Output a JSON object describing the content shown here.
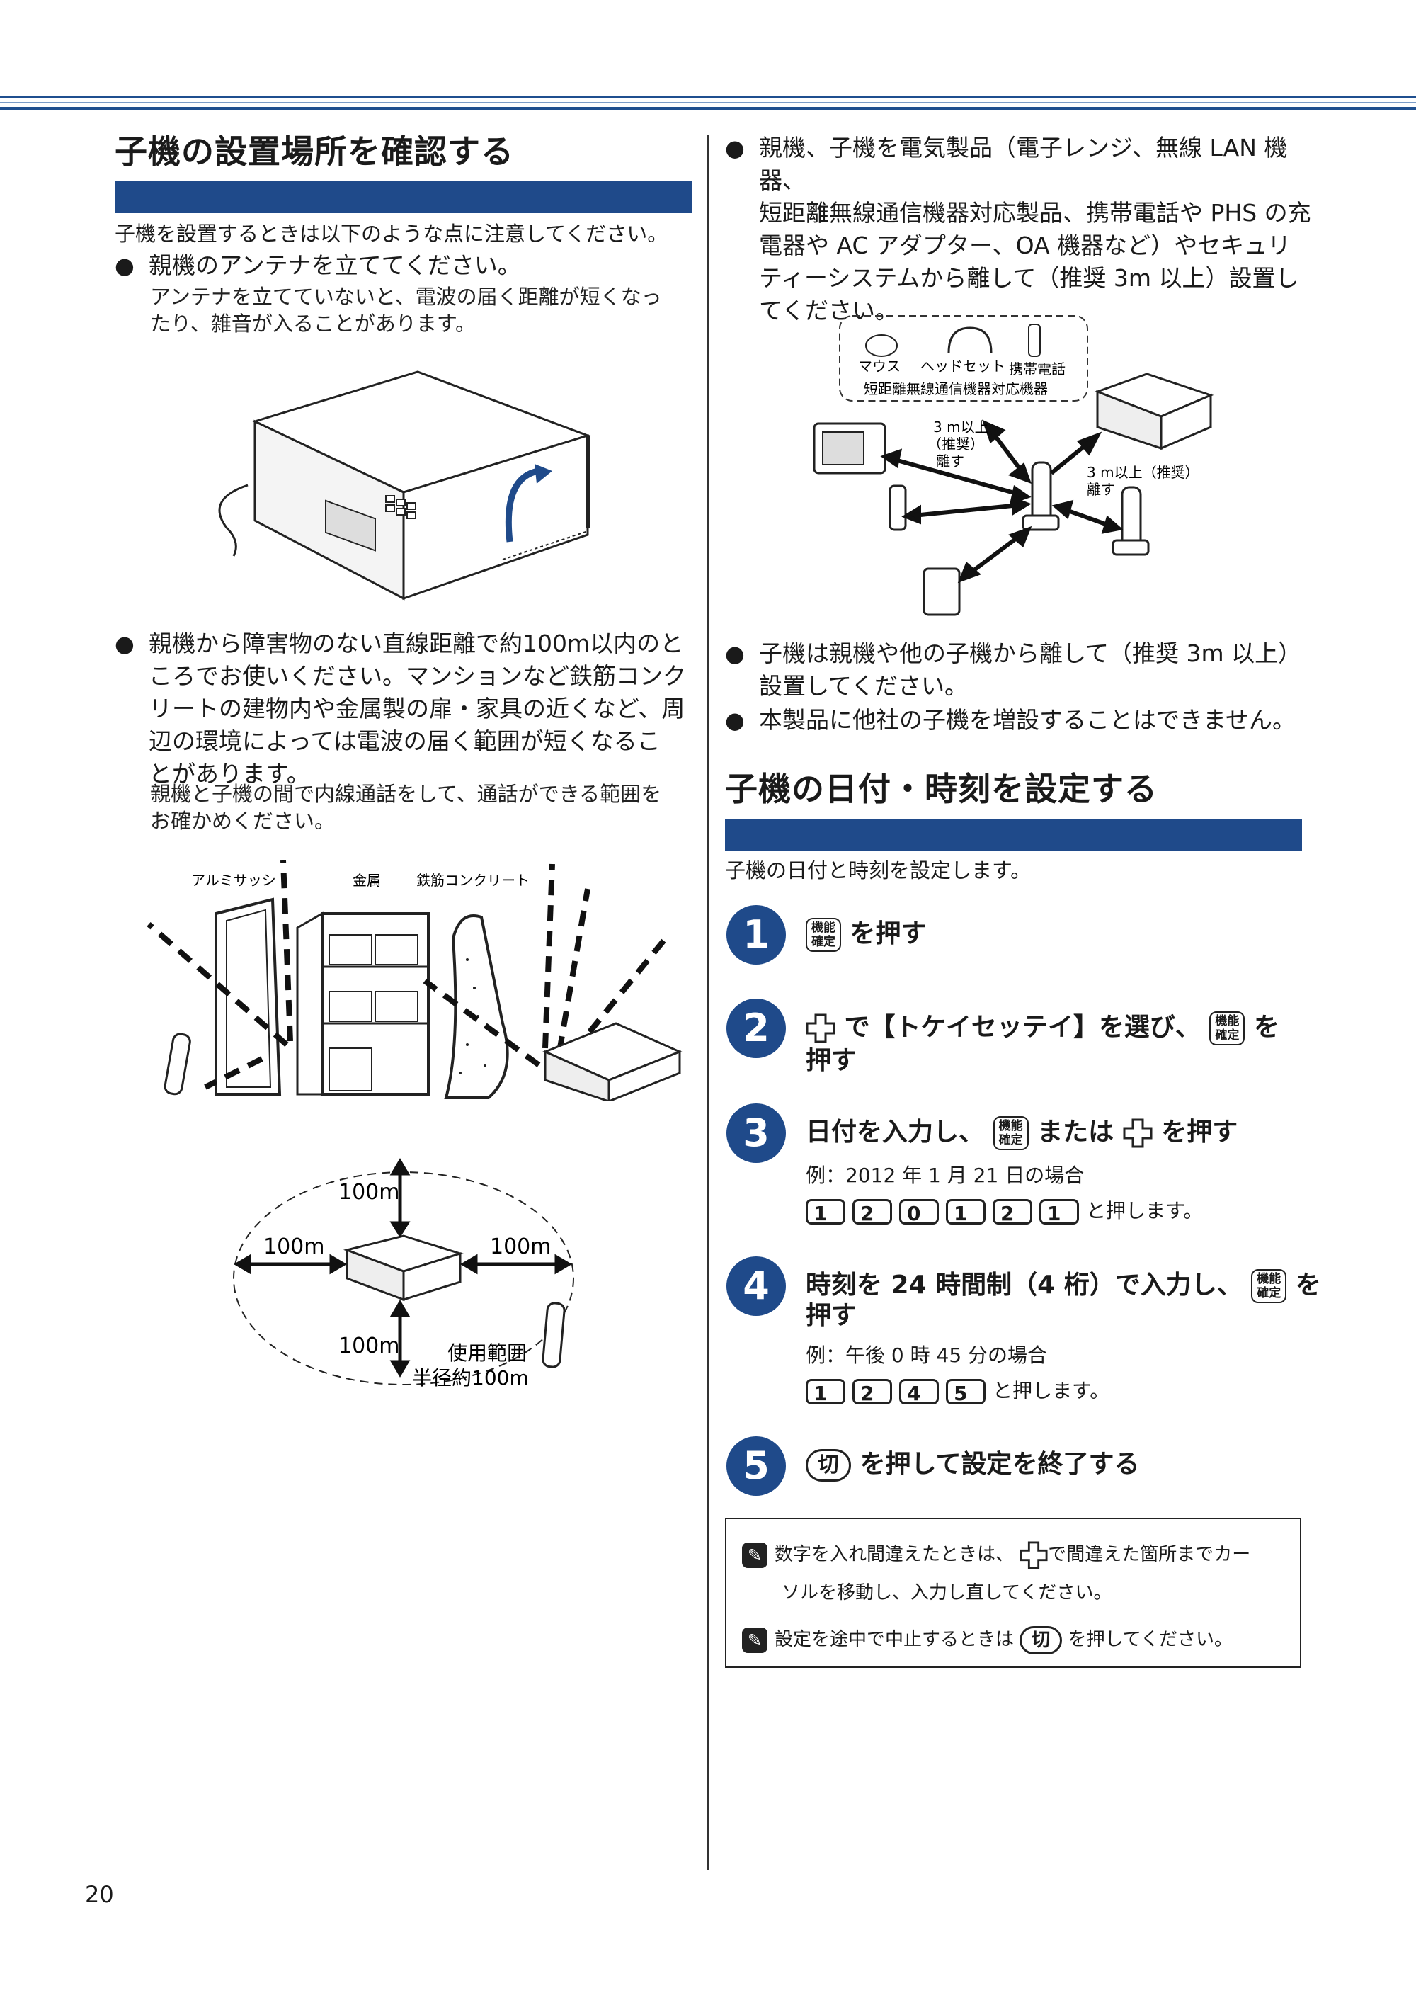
{
  "left": {
    "section_title": "子機の設置場所を確認する",
    "intro": "子機を設置するときは以下のような点に注意してください。",
    "bullet1": {
      "head": "親機のアンテナを立ててください。",
      "body_l1": "アンテナを立てていないと、電波の届く距離が短くなっ",
      "body_l2": "たり、雑音が入ることがあります。"
    },
    "bullet2": {
      "l1": "親機から障害物のない直線距離で約100m以内のと",
      "l2": "ころでお使いください。マンションなど鉄筋コンク",
      "l3": "リートの建物内や金属製の扉・家具の近くなど、周",
      "l4": "辺の環境によっては電波の届く範囲が短くなるこ",
      "l5": "とがあります。",
      "sub_l1": "親機と子機の間で内線通話をして、通話ができる範囲を",
      "sub_l2": "お確かめください。"
    },
    "fig2_labels": {
      "aluminum": "アルミサッシ",
      "metal": "金属",
      "concrete": "鉄筋コンクリート"
    },
    "fig3_labels": {
      "top": "100m",
      "left": "100m",
      "right": "100m",
      "bottom": "100m",
      "range_l1": "使用範囲",
      "range_l2": "半径約100m"
    }
  },
  "right": {
    "bullet3": {
      "l1": "親機、子機を電気製品（電子レンジ、無線 LAN 機器、",
      "l2": "短距離無線通信機器対応製品、携帯電話や PHS の充",
      "l3": "電器や AC アダプター、OA 機器など）やセキュリ",
      "l4": "ティーシステムから離して（推奨 3m 以上）設置し",
      "l5": "てください。"
    },
    "fig4_labels": {
      "mouse": "マウス",
      "headset": "ヘッドセット",
      "mobile": "携帯電話",
      "short_range": "短距離無線通信機器対応機器",
      "dist1_l1": "3 m以上",
      "dist1_l2": "（推奨）",
      "dist1_l3": "離す",
      "dist2_l1": "3 m以上（推奨）",
      "dist2_l2": "離す"
    },
    "bullet4": {
      "l1": "子機は親機や他の子機から離して（推奨 3m 以上）",
      "l2": "設置してください。"
    },
    "bullet5": "本製品に他社の子機を増設することはできません。",
    "section_title": "子機の日付・時刻を設定する",
    "intro": "子機の日付と時刻を設定します。",
    "key_kakutei_top": "機能",
    "key_kakutei": "確定",
    "key_kiru": "切",
    "steps": [
      {
        "num": "1",
        "text": "を押す"
      },
      {
        "num": "2",
        "text_a": "で【トケイセッテイ】を選び、",
        "text_b": "を",
        "text_c": "押す"
      },
      {
        "num": "3",
        "text_a": "日付を入力し、",
        "text_b": "または",
        "text_c": "を押す",
        "example": "例：2012 年 1 月 21 日の場合",
        "keys": [
          "1",
          "2",
          "0",
          "1",
          "2",
          "1"
        ],
        "keys_suffix": "と押します。"
      },
      {
        "num": "4",
        "text_a": "時刻を 24 時間制（4 桁）で入力し、",
        "text_b": "を",
        "text_c": "押す",
        "example": "例：午後 0 時 45 分の場合",
        "keys": [
          "1",
          "2",
          "4",
          "5"
        ],
        "keys_suffix": "と押します。"
      },
      {
        "num": "5",
        "text": "を押して設定を終了する"
      }
    ],
    "note1_a": "数字を入れ間違えたときは、",
    "note1_b": "で間違えた箇所までカー",
    "note1_c": "ソルを移動し、入力し直してください。",
    "note2_a": "設定を途中で中止するときは",
    "note2_b": "を押してください。"
  },
  "page_number": "20"
}
